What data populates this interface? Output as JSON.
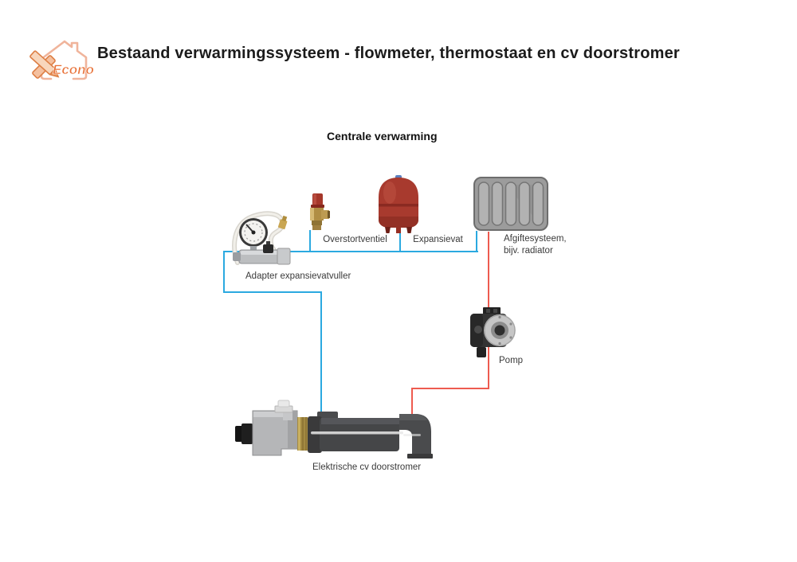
{
  "logo": {
    "text": "Econo"
  },
  "title": "Bestaand verwarmingssysteem - flowmeter, thermostaat en cv doorstromer",
  "diagram": {
    "heading": "Centrale verwarming",
    "labels": {
      "overstortventiel": "Overstortventiel",
      "expansievat": "Expansievat",
      "afgiftesysteem_line1": "Afgiftesysteem,",
      "afgiftesysteem_line2": "bijv. radiator",
      "adapter": "Adapter expansievatvuller",
      "pomp": "Pomp",
      "doorstromer": "Elektrische cv doorstromer"
    },
    "colors": {
      "pipe_cold_blue": "#2BA9E0",
      "pipe_hot_red": "#EE5B4F",
      "vessel_red": "#A83A2E",
      "valve_brass": "#B08E44",
      "radiator_gray": "#9C9C9C",
      "logo_orange": "#E87137"
    }
  }
}
